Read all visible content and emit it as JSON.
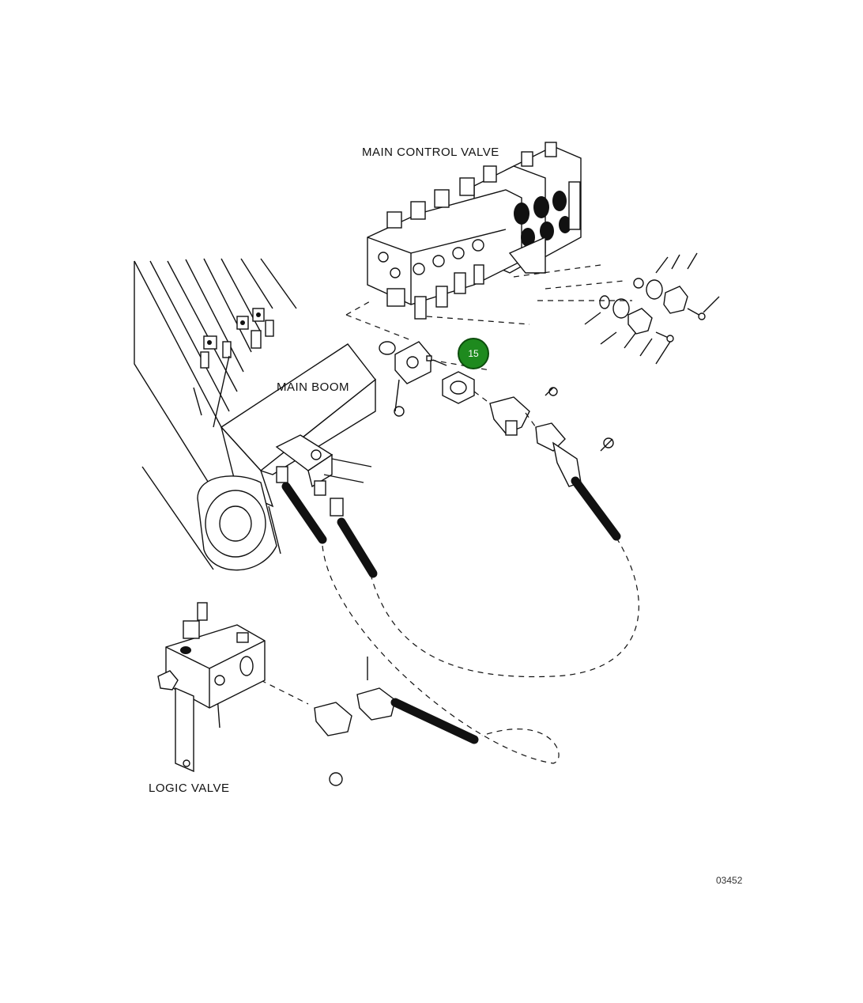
{
  "labels": {
    "main_control_valve": "MAIN CONTROL VALVE",
    "main_boom": "MAIN BOOM",
    "logic_valve": "LOGIC VALVE"
  },
  "figure_number": "03452",
  "callouts": [
    {
      "number": "15",
      "color": "#1e8a1e"
    }
  ]
}
